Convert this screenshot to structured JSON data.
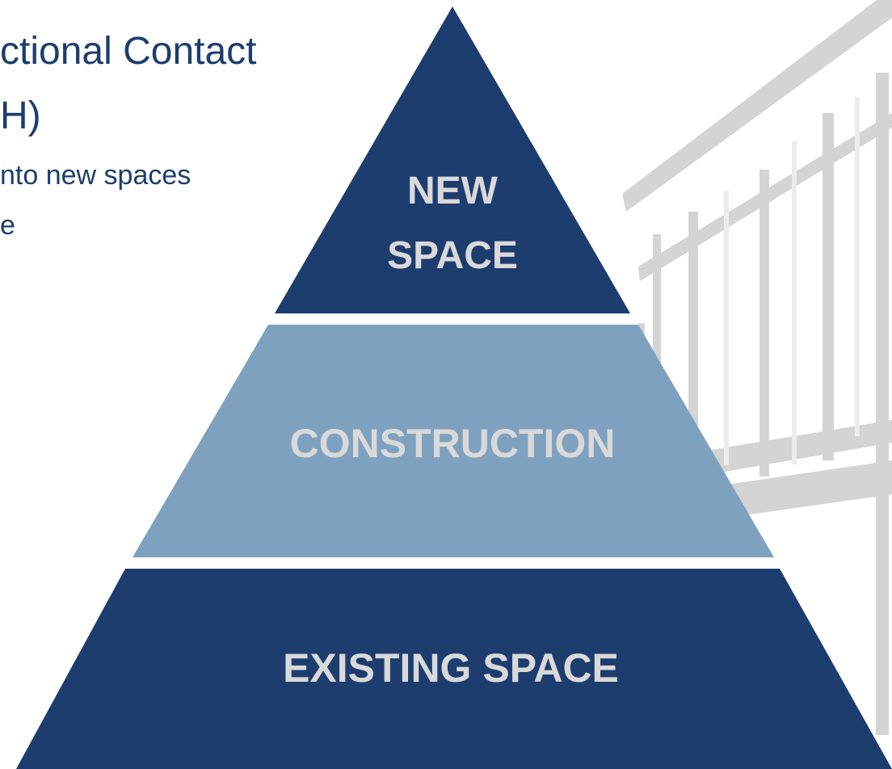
{
  "slide_text": {
    "line1": "ctional Contact",
    "line2": "H)",
    "line3": "nto new spaces",
    "line4": "e"
  },
  "pyramid": {
    "tiers": [
      {
        "label_lines": [
          "NEW",
          "SPACE"
        ],
        "color": "#1c3d6e"
      },
      {
        "label_lines": [
          "CONSTRUCTION"
        ],
        "color": "#7ea1c0"
      },
      {
        "label_lines": [
          "EXISTING SPACE"
        ],
        "color": "#1c3d6e"
      }
    ],
    "label_color": "#d9d9d9"
  },
  "background_image": "stair-railing-illustration"
}
